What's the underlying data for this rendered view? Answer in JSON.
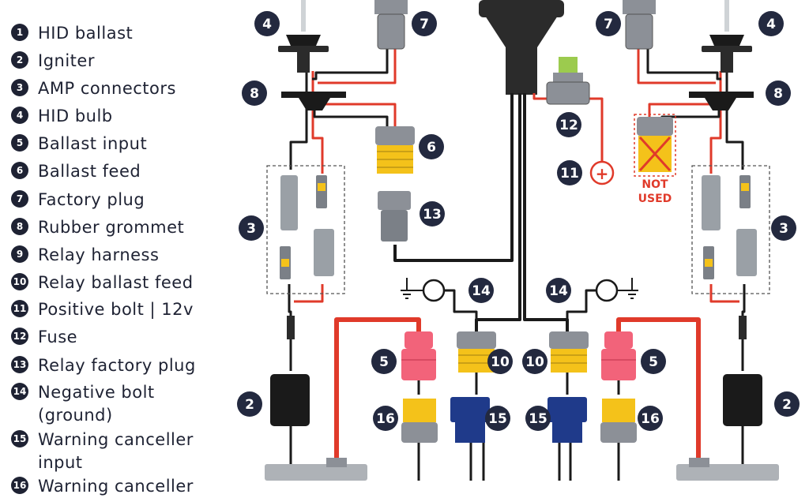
{
  "legend": [
    {
      "num": "1",
      "label": "HID ballast"
    },
    {
      "num": "2",
      "label": "Igniter"
    },
    {
      "num": "3",
      "label": "AMP connectors"
    },
    {
      "num": "4",
      "label": "HID bulb"
    },
    {
      "num": "5",
      "label": "Ballast input"
    },
    {
      "num": "6",
      "label": "Ballast feed"
    },
    {
      "num": "7",
      "label": "Factory plug"
    },
    {
      "num": "8",
      "label": "Rubber grommet"
    },
    {
      "num": "9",
      "label": "Relay harness"
    },
    {
      "num": "10",
      "label": "Relay ballast feed"
    },
    {
      "num": "11",
      "label": "Positive bolt  | 12v"
    },
    {
      "num": "12",
      "label": "Fuse"
    },
    {
      "num": "13",
      "label": "Relay factory plug"
    },
    {
      "num": "14",
      "label": "Negative bolt\n(ground)"
    },
    {
      "num": "15",
      "label": "Warning canceller\ninput"
    },
    {
      "num": "16",
      "label": "Warning canceller"
    }
  ],
  "diagram": {
    "not_used_label": "NOT\nUSED",
    "positive_symbol": "+",
    "callouts": [
      "4",
      "7",
      "7",
      "4",
      "8",
      "8",
      "6",
      "12",
      "11",
      "3",
      "3",
      "13",
      "14",
      "14",
      "5",
      "10",
      "10",
      "5",
      "2",
      "2",
      "16",
      "15",
      "15",
      "16"
    ]
  },
  "colors": {
    "wire_red": "#e03a2a",
    "wire_black": "#1a1a1a",
    "callout": "#23293f",
    "connector_grey": "#8c9097",
    "connector_yellow": "#f4c21a",
    "connector_pink": "#f2637a",
    "connector_blue": "#1f3a8a",
    "fuse_green": "#9ccb4e"
  }
}
